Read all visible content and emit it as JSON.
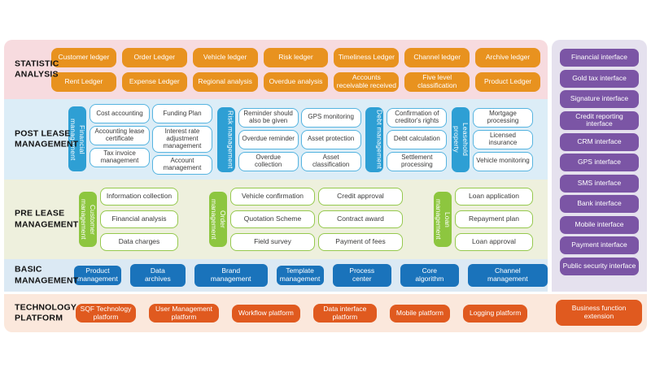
{
  "colors": {
    "pink": "#f7dbdf",
    "orange": "#e8921f",
    "lblue": "#dcedf7",
    "blue": "#2e9fd4",
    "blue_border": "#56b4e0",
    "lgreen": "#eef0dd",
    "green": "#8dc63f",
    "green_border": "#95c94d",
    "bblue": "#dbe9f4",
    "dblue": "#1a73bb",
    "peach": "#fbe8dc",
    "red": "#e05a1f",
    "purple_bg": "#e5e1ee",
    "purple": "#7b55a5"
  },
  "sections": {
    "statistic": {
      "title": "STATISTIC ANALYSIS",
      "buttons": [
        "Customer ledger",
        "Order Ledger",
        "Vehicle ledger",
        "Risk ledger",
        "Timeliness Ledger",
        "Channel ledger",
        "Archive ledger",
        "Rent Ledger",
        "Expense Ledger",
        "Regional analysis",
        "Overdue analysis",
        "Accounts receivable received",
        "Five level classification",
        "Product Ledger"
      ]
    },
    "post_lease": {
      "title": "POST LEASE MANAGEMENT",
      "groups": [
        {
          "label": "Financial management",
          "columns": [
            [
              "Cost accounting",
              "Accounting lease certificate",
              "Tax invoice management"
            ],
            [
              "Funding Plan",
              "Interest rate adjustment management",
              "Account management"
            ]
          ]
        },
        {
          "label": "Risk management",
          "columns": [
            [
              "Reminder should also be given",
              "Overdue reminder",
              "Overdue collection"
            ],
            [
              "GPS monitoring",
              "Asset protection",
              "Asset classification"
            ]
          ]
        },
        {
          "label": "Debt management",
          "columns": [
            [
              "Confirmation of creditor's rights",
              "Debt calculation",
              "Settlement processing"
            ]
          ]
        },
        {
          "label": "Leasehold property",
          "columns": [
            [
              "Mortgage processing",
              "Licensed insurance",
              "Vehicle monitoring"
            ]
          ]
        }
      ]
    },
    "pre_lease": {
      "title": "PRE LEASE MANAGEMENT",
      "groups": [
        {
          "label": "Customer management",
          "columns": [
            [
              "Information collection",
              "Financial analysis",
              "Data charges"
            ]
          ]
        },
        {
          "label": "Order management",
          "columns": [
            [
              "Vehicle confirmation",
              "Quotation Scheme",
              "Field survey"
            ],
            [
              "Credit approval",
              "Contract award",
              "Payment of fees"
            ]
          ]
        },
        {
          "label": "Loan management",
          "columns": [
            [
              "Loan application",
              "Repayment plan",
              "Loan approval"
            ]
          ]
        }
      ]
    },
    "basic": {
      "title": "BASIC MANAGEMENT",
      "buttons": [
        "Product management",
        "Data archives",
        "Brand management",
        "Template management",
        "Process center",
        "Core algorithm",
        "Channel management"
      ]
    },
    "technology": {
      "title": "TECHNOLOGY PLATFORM",
      "buttons": [
        "SQF Technology platform",
        "User Management platform",
        "Workflow platform",
        "Data interface platform",
        "Mobile platform",
        "Logging platform"
      ],
      "extension": "Business function extension"
    },
    "interfaces": {
      "buttons": [
        "Financial interface",
        "Gold tax interface",
        "Signature interface",
        "Credit reporting interface",
        "CRM interface",
        "GPS interface",
        "SMS interface",
        "Bank interface",
        "Mobile interface",
        "Payment interface",
        "Public security interface"
      ]
    }
  }
}
